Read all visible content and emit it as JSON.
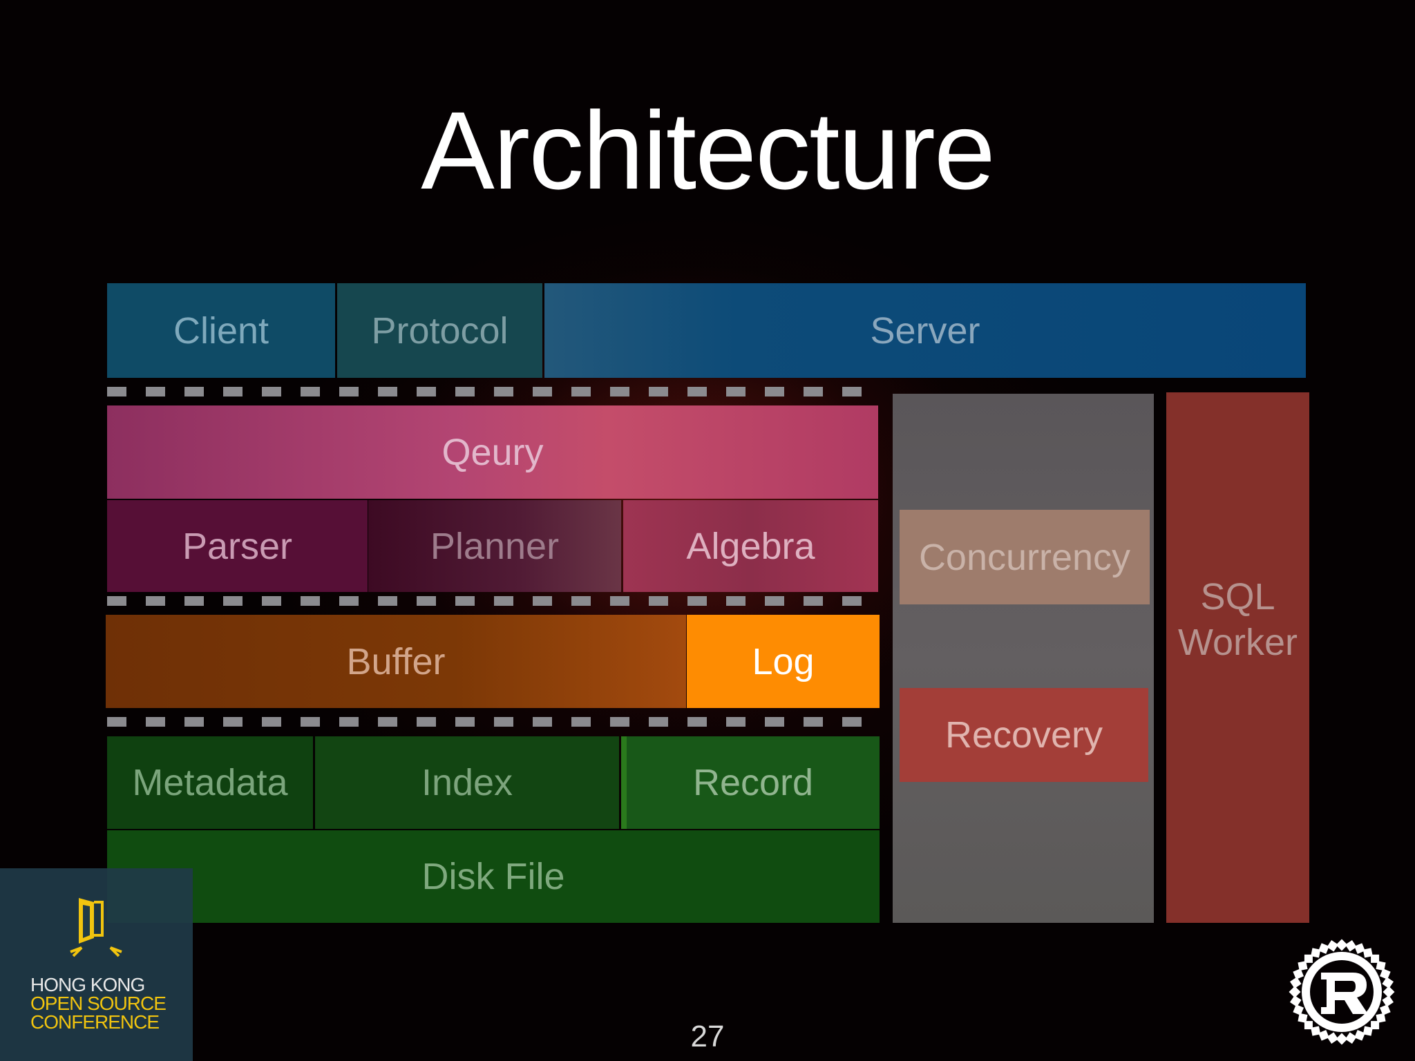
{
  "slide": {
    "title": "Architecture",
    "page_number": "27"
  },
  "blocks": {
    "client": "Client",
    "protocol": "Protocol",
    "server": "Server",
    "qeury": "Qeury",
    "parser": "Parser",
    "planner": "Planner",
    "algebra": "Algebra",
    "buffer": "Buffer",
    "log": "Log",
    "metadata": "Metadata",
    "index": "Index",
    "record": "Record",
    "disk_file": "Disk File",
    "concurrency": "Concurrency",
    "recovery": "Recovery",
    "sql_worker_line1": "SQL",
    "sql_worker_line2": "Worker"
  },
  "logos": {
    "conference": {
      "line1": "HONG KONG",
      "line2": "OPEN SOURCE",
      "line3": "CONFERENCE",
      "icon": "door-icon"
    },
    "rust": {
      "icon": "rust-logo-icon"
    }
  },
  "colors": {
    "top_row": "#0e4d6a",
    "server": "#0b4f83",
    "query": "#a33a6e",
    "buffer": "#7a3304",
    "log": "#ff8c00",
    "storage": "#125512",
    "concurrency_column": "#5e5a5c",
    "sql_worker": "#84302a"
  }
}
